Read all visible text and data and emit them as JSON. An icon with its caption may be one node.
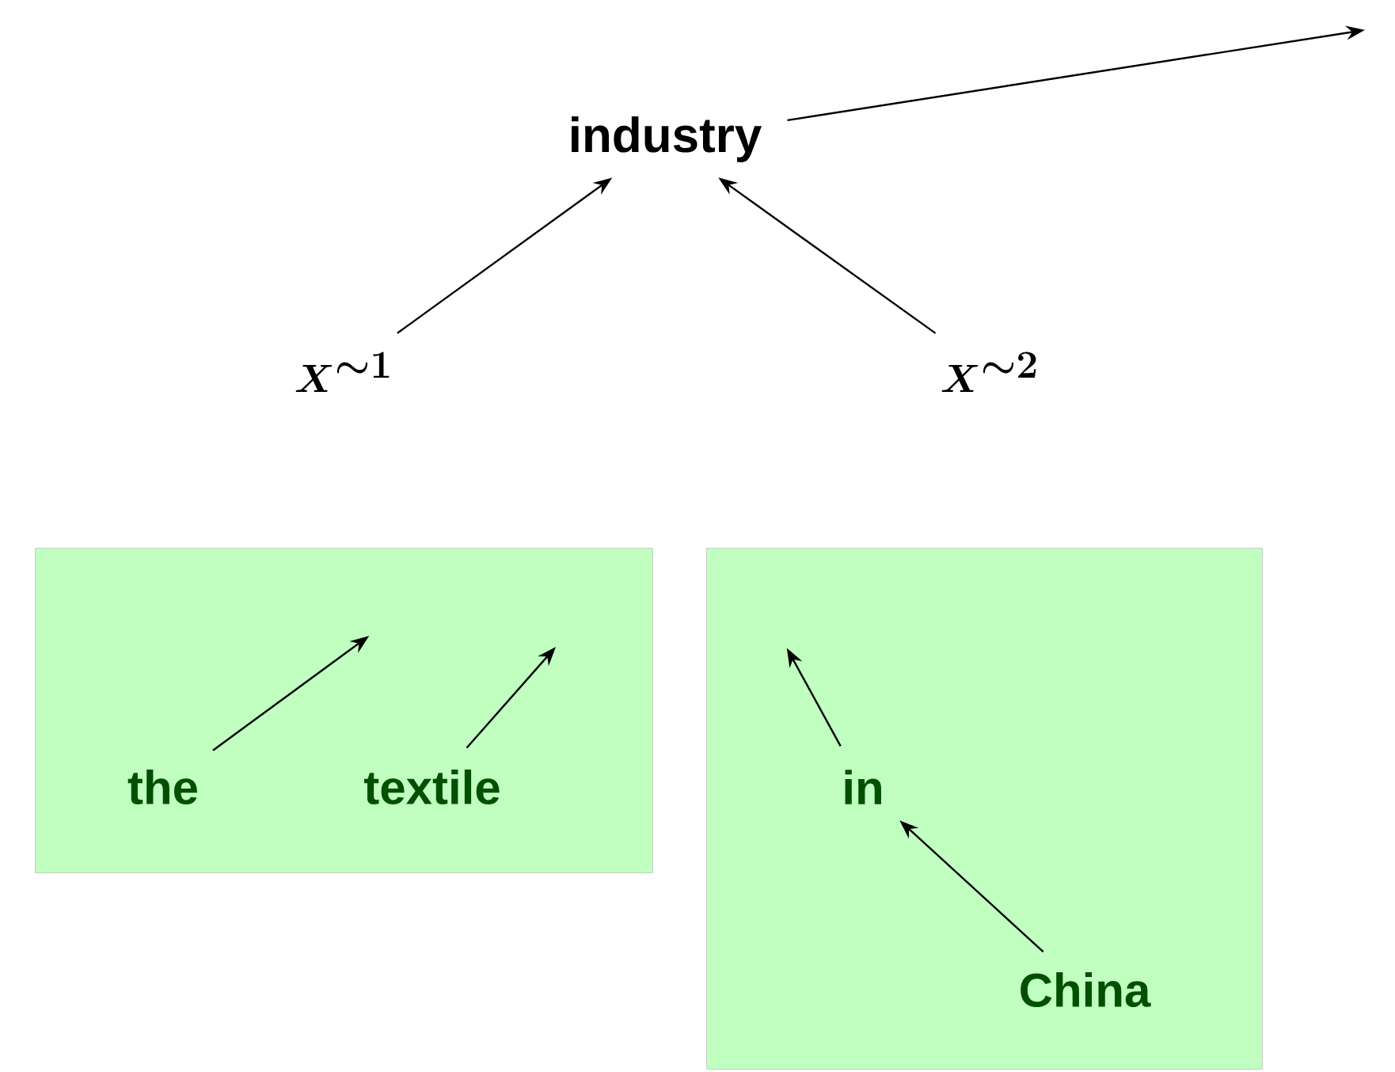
{
  "diagram": {
    "nodes": [
      {
        "text": [
          "industry"
        ]
      },
      {
        "text": [
          "X^{\\sim 1}"
        ]
      },
      {
        "text": [
          "X^{\\sim 2}"
        ]
      },
      {
        "text": [],
        "shape": "box"
      },
      {
        "text": [
          "the"
        ],
        "in": 3
      },
      {
        "text": [
          "textile"
        ],
        "in": 3
      },
      {
        "text": [],
        "shape": "box"
      },
      {
        "text": [
          "in"
        ],
        "in": 6
      },
      {
        "text": [
          "China"
        ],
        "in": 6
      }
    ],
    "edges": [
      {
        "from": 0,
        "to": null,
        "arrow": "to"
      },
      {
        "from": 1,
        "to": 0,
        "arrow": "to"
      },
      {
        "from": 2,
        "to": 0,
        "arrow": "to"
      },
      {
        "from": 4,
        "to": null,
        "arrow": "to"
      },
      {
        "from": 5,
        "to": null,
        "arrow": "to"
      },
      {
        "from": 7,
        "to": null,
        "arrow": "to"
      },
      {
        "from": 8,
        "to": 7,
        "arrow": "to"
      }
    ]
  }
}
